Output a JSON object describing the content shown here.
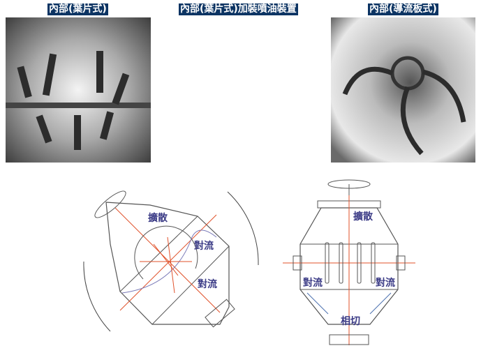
{
  "headers": {
    "left": "內部(葉片式)",
    "center": "內部(葉片式)加裝噴油裝置",
    "right": "內部(導流板式)"
  },
  "left_diagram": {
    "label_diffusion": "擴散",
    "label_convection_1": "對流",
    "label_convection_2": "對流"
  },
  "right_diagram": {
    "label_diffusion": "擴散",
    "label_convection_left": "對流",
    "label_convection_right": "對流",
    "label_shear": "相切"
  },
  "colors": {
    "header_bg": "#0c3463",
    "label": "#3b3b86",
    "red_line": "#e0512a"
  }
}
